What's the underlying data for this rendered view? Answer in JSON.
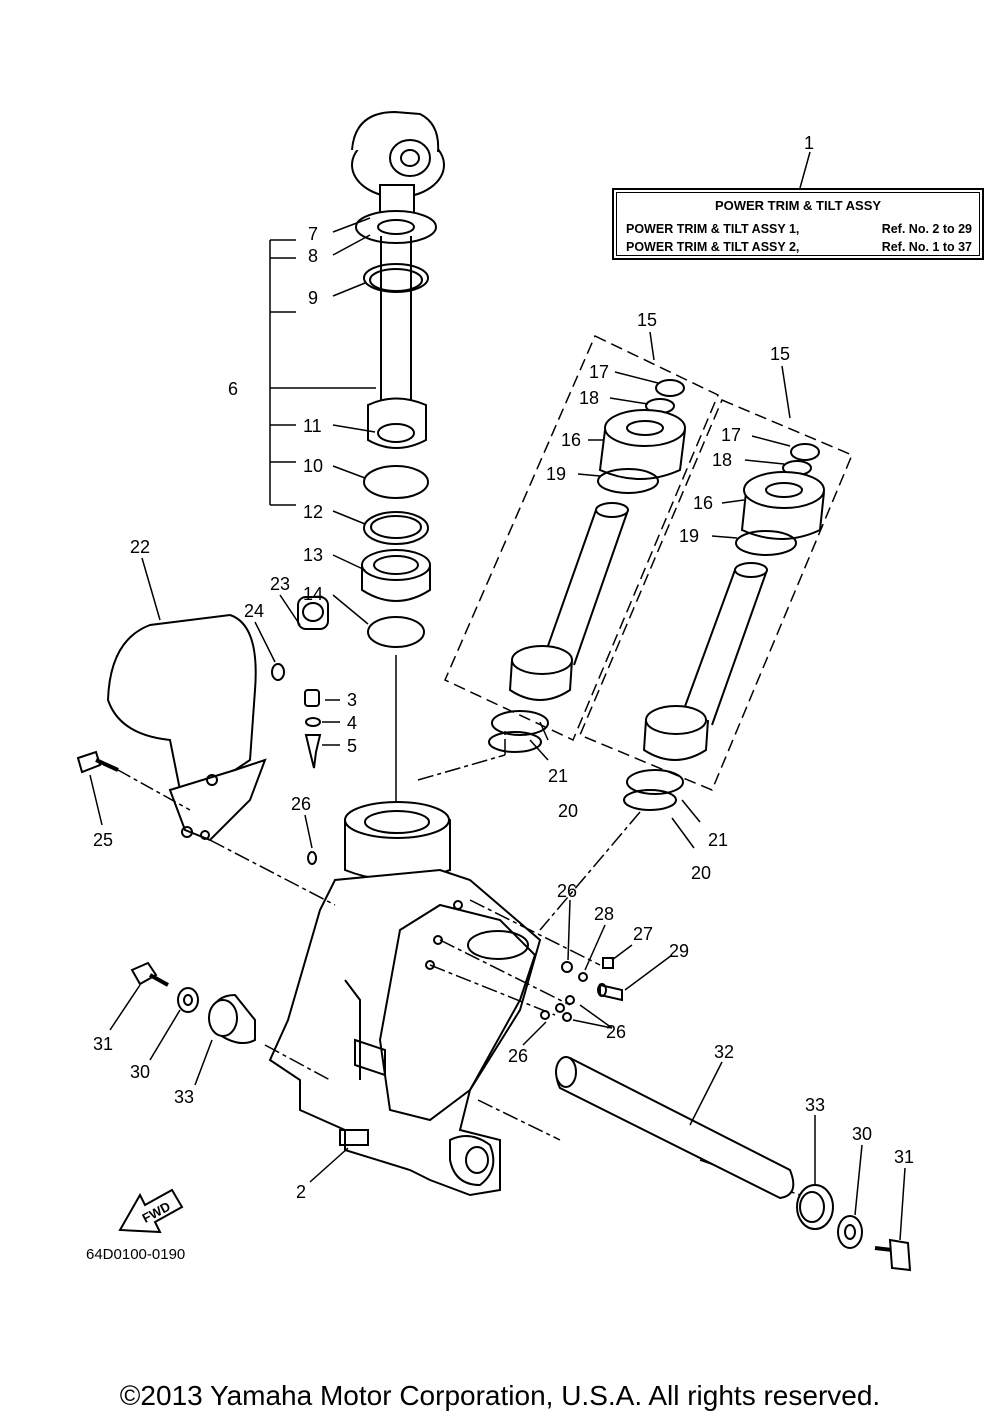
{
  "legend": {
    "title": "POWER TRIM & TILT ASSY",
    "rows": [
      {
        "name": "POWER TRIM & TILT ASSY 1,",
        "ref": "Ref. No. 2 to 29"
      },
      {
        "name": "POWER TRIM & TILT ASSY 2,",
        "ref": "Ref. No. 1 to 37"
      }
    ]
  },
  "callouts": {
    "c1": "1",
    "c2": "2",
    "c3": "3",
    "c4": "4",
    "c5": "5",
    "c6": "6",
    "c7": "7",
    "c8": "8",
    "c9": "9",
    "c10": "10",
    "c11": "11",
    "c12": "12",
    "c13": "13",
    "c14": "14",
    "c15": "15",
    "c16": "16",
    "c17": "17",
    "c18": "18",
    "c19": "19",
    "c20": "20",
    "c21": "21",
    "c22": "22",
    "c23": "23",
    "c24": "24",
    "c25": "25",
    "c26": "26",
    "c27": "27",
    "c28": "28",
    "c29": "29",
    "c30": "30",
    "c31": "31",
    "c32": "32",
    "c33": "33"
  },
  "fwd_label": "FWD",
  "part_code": "64D0100-0190",
  "copyright": "©2013 Yamaha Motor Corporation, U.S.A. All rights reserved."
}
